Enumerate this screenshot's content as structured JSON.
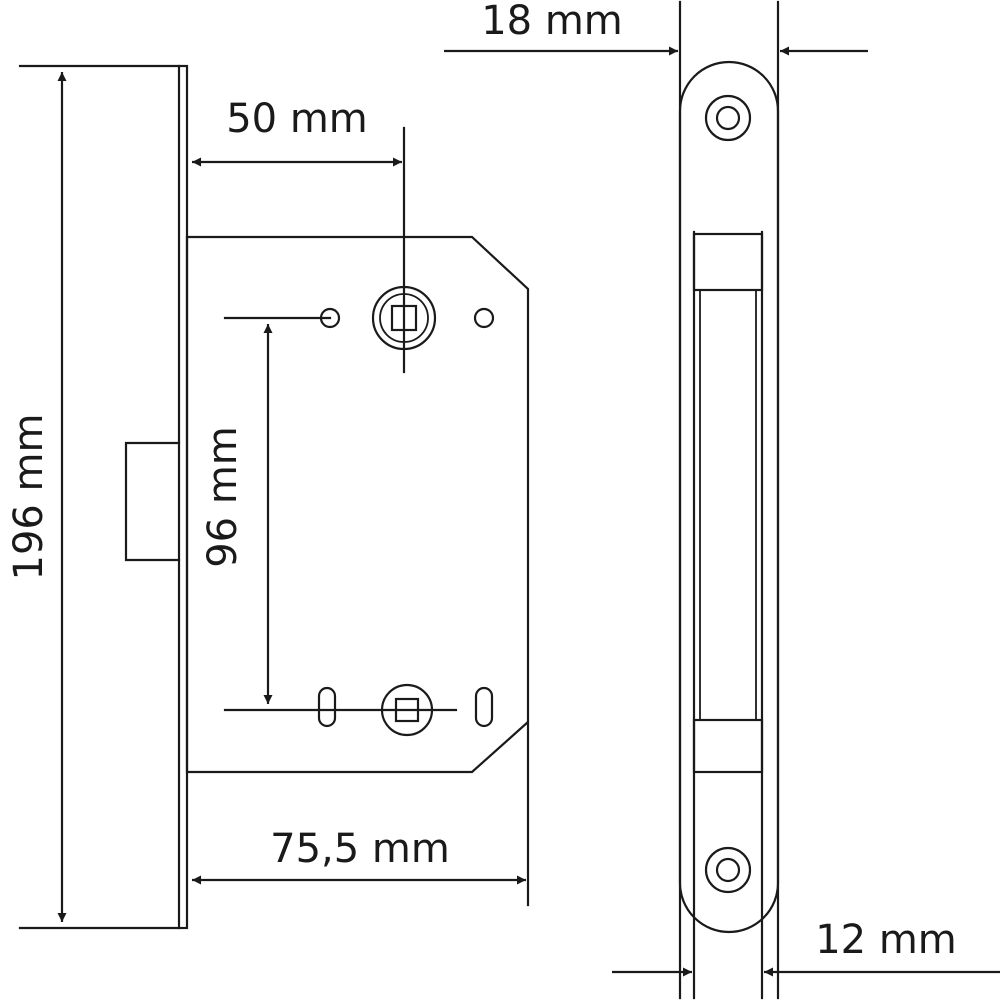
{
  "diagram": {
    "dimensions": {
      "faceplate_width": "18 mm",
      "backset": "50 mm",
      "height": "196 mm",
      "center_distance": "96 mm",
      "depth": "75,5 mm",
      "strike_width": "12 mm"
    },
    "colors": {
      "line": "#1a1a1a",
      "background": "#ffffff"
    }
  }
}
